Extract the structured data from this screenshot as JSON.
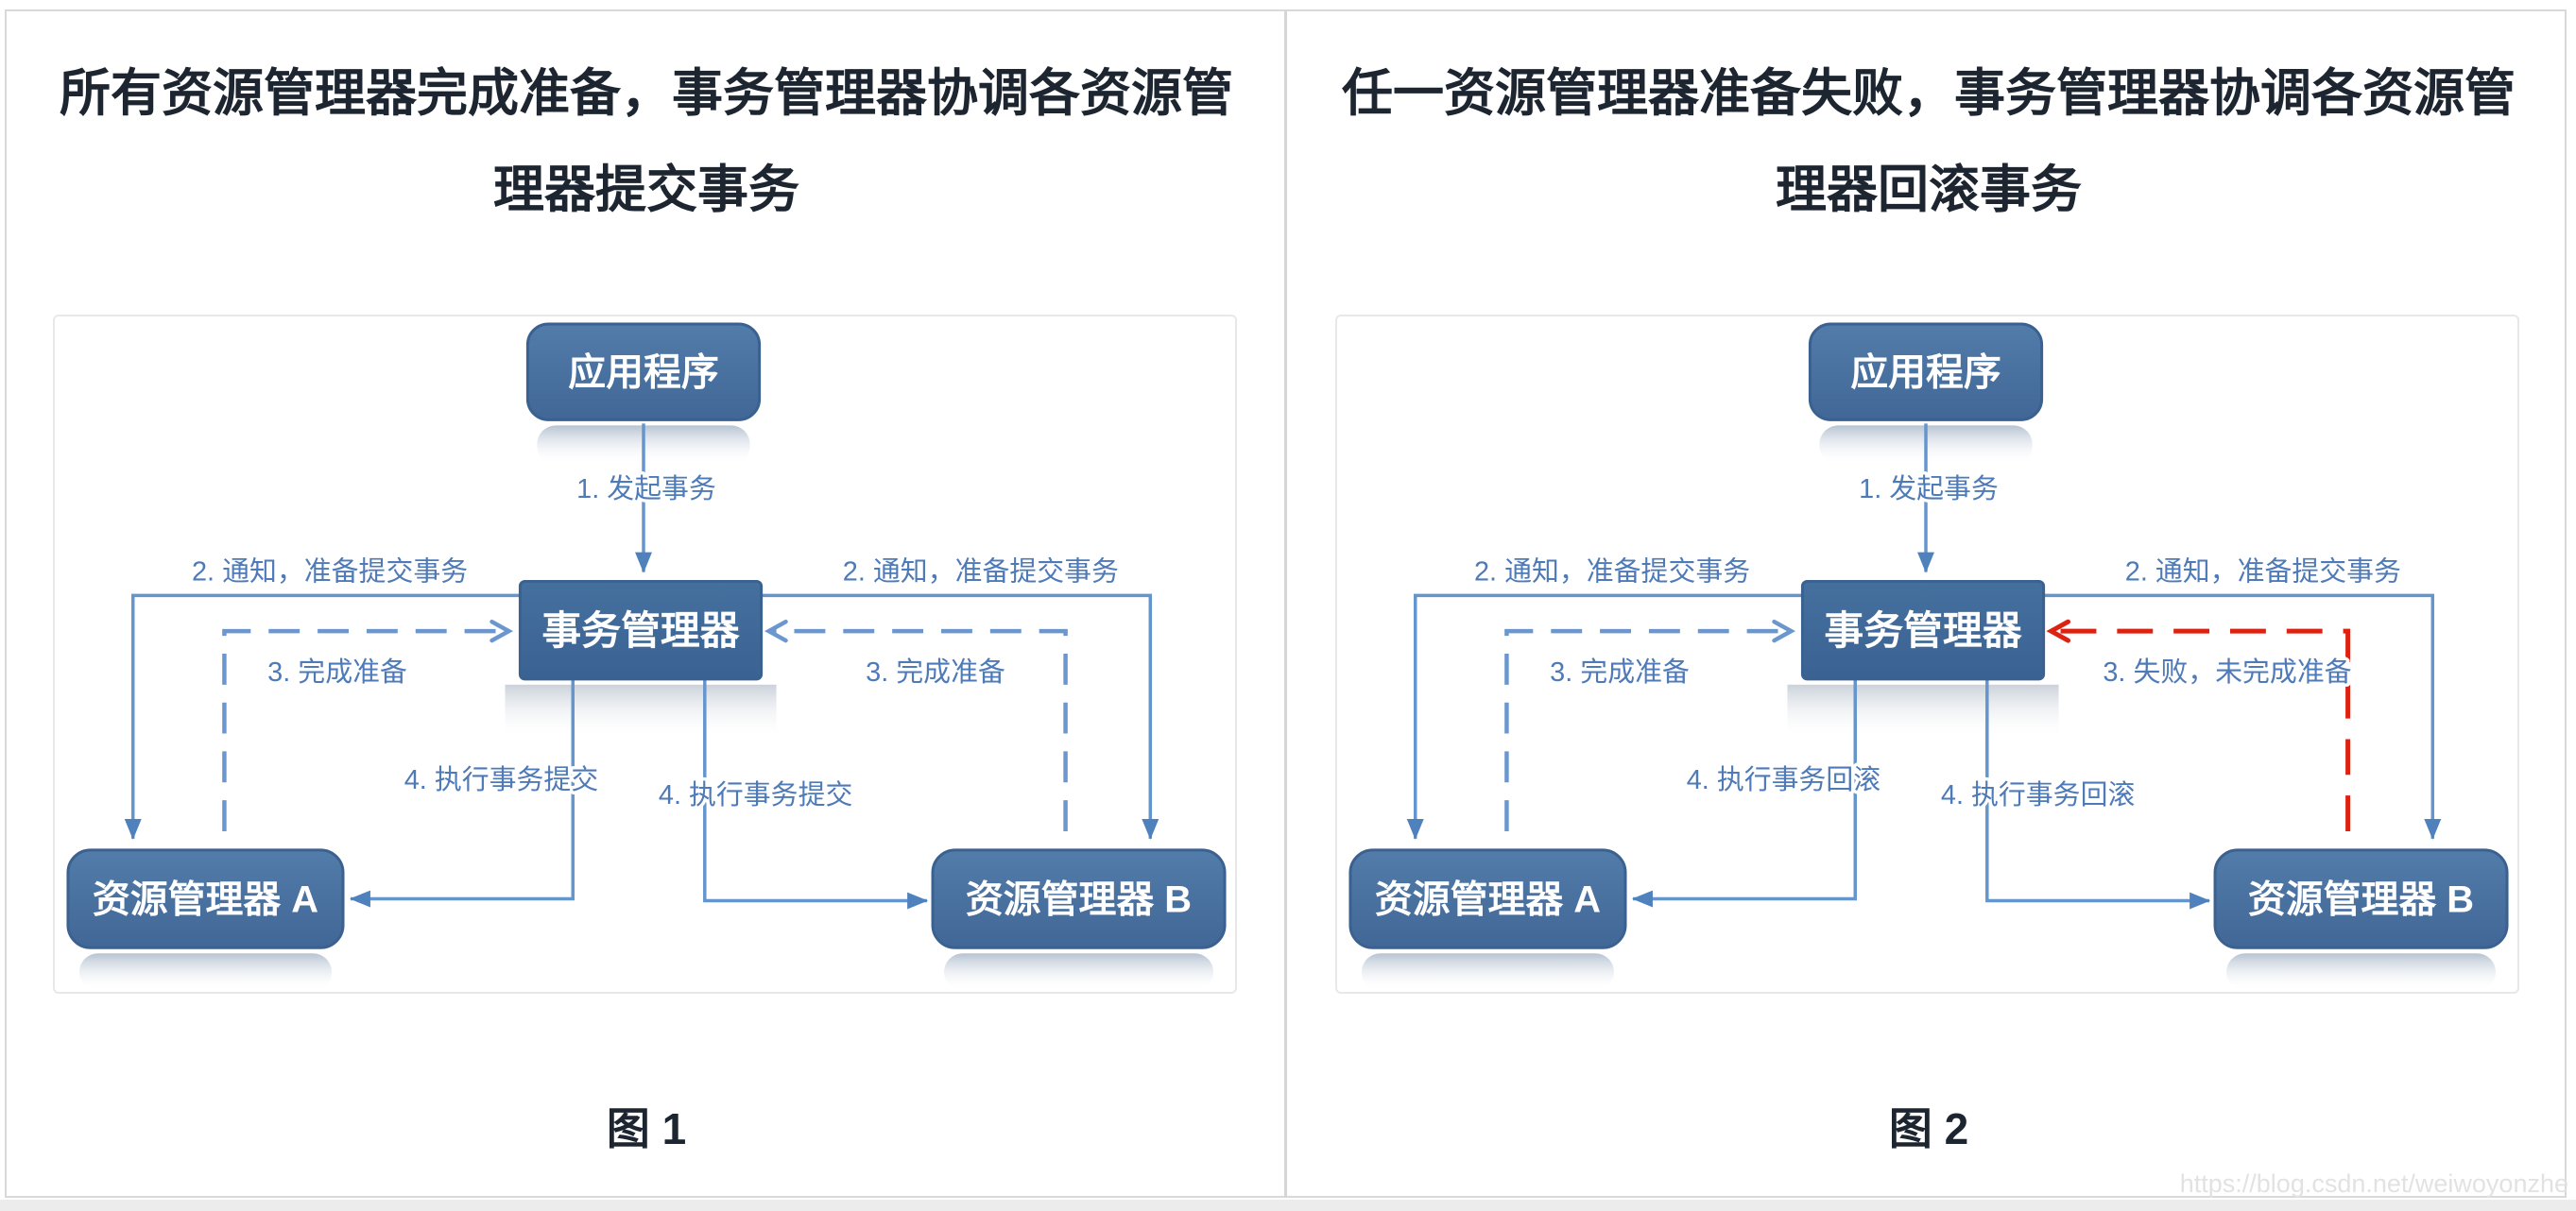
{
  "page": {
    "watermark": "https://blog.csdn.net/weiwoyonzhe",
    "colors": {
      "node_fill": "#47719f",
      "node_border": "#3a6190",
      "connector_blue": "#6495cc",
      "arrow_blue": "#4f81bd",
      "connector_red": "#dd2211",
      "label_blue": "#4e7ab8",
      "title_text": "#1c2530",
      "frame_border": "#d9d9d9",
      "panel_border": "#e8e8e8"
    }
  },
  "panels": [
    {
      "title_line1": "所有资源管理器完成准备，事务管理器协调各资源管",
      "title_line2": "理器提交事务",
      "caption": "图 1",
      "nodes": {
        "app": "应用程序",
        "tm": "事务管理器",
        "rm_a": "资源管理器 A",
        "rm_b": "资源管理器 B"
      },
      "flow": {
        "step1": "1. 发起事务",
        "step2_left": "2. 通知，准备提交事务",
        "step2_right": "2. 通知，准备提交事务",
        "step3_left": "3. 完成准备",
        "step3_right": "3. 完成准备",
        "step4_left": "4. 执行事务提交",
        "step4_right": "4. 执行事务提交"
      }
    },
    {
      "title_line1": "任一资源管理器准备失败，事务管理器协调各资源管",
      "title_line2": "理器回滚事务",
      "caption": "图 2",
      "nodes": {
        "app": "应用程序",
        "tm": "事务管理器",
        "rm_a": "资源管理器 A",
        "rm_b": "资源管理器 B"
      },
      "flow": {
        "step1": "1. 发起事务",
        "step2_left": "2. 通知，准备提交事务",
        "step2_right": "2. 通知，准备提交事务",
        "step3_left": "3. 完成准备",
        "step3_right": "3. 失败，未完成准备",
        "step4_left": "4. 执行事务回滚",
        "step4_right": "4. 执行事务回滚"
      }
    }
  ]
}
